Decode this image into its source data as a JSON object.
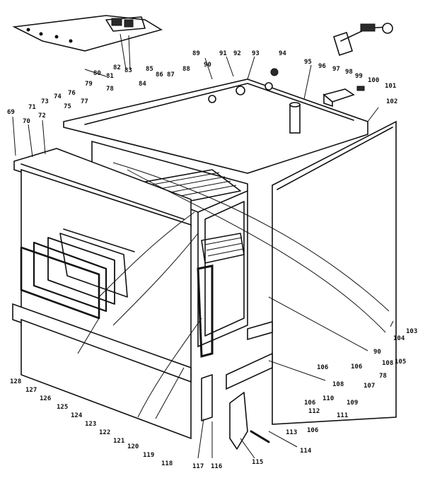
{
  "labels": [
    "69",
    "70",
    "71",
    "72",
    "73",
    "74",
    "75",
    "76",
    "77",
    "78",
    "79",
    "80",
    "81",
    "82",
    "83",
    "84",
    "85",
    "86",
    "87",
    "88",
    "89",
    "90",
    "91",
    "92",
    "93",
    "94",
    "95",
    "96",
    "97",
    "98",
    "99",
    "100",
    "101",
    "102",
    "103",
    "104",
    "105",
    "106",
    "106",
    "107",
    "108",
    "109",
    "110",
    "111",
    "112",
    "113",
    "114",
    "115",
    "116",
    "117",
    "118",
    "119",
    "120",
    "121",
    "122",
    "123",
    "124",
    "125",
    "126",
    "127",
    "128",
    "78",
    "90",
    "106",
    "106",
    "108"
  ]
}
